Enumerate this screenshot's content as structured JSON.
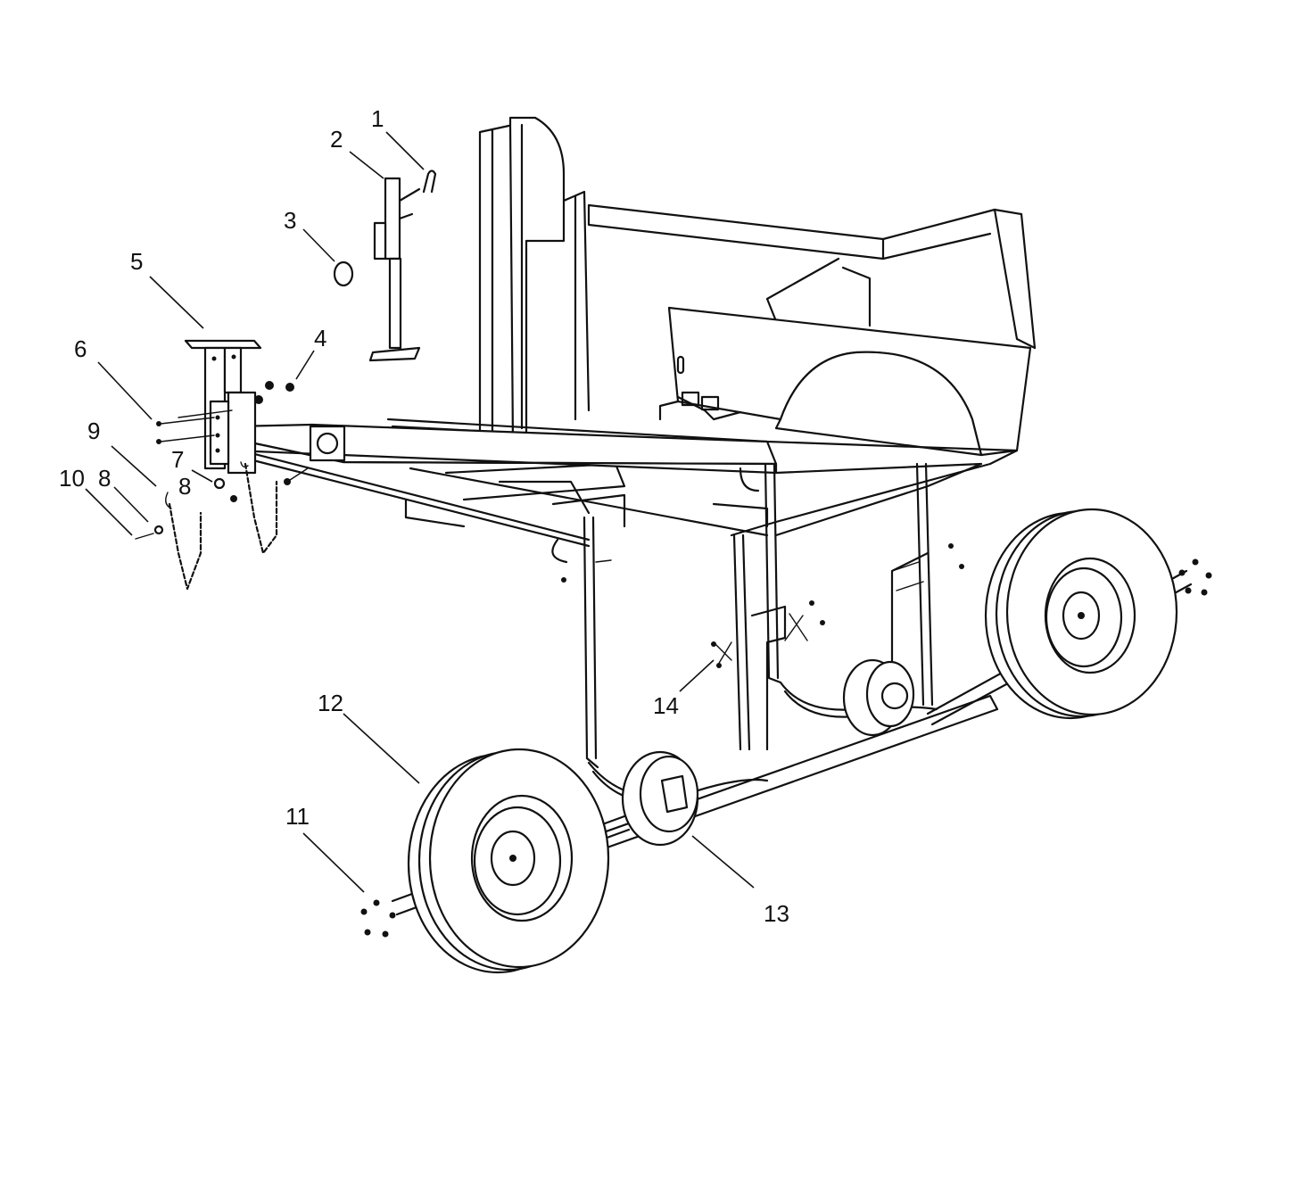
{
  "callouts": [
    {
      "id": "1",
      "label": "1"
    },
    {
      "id": "2",
      "label": "2"
    },
    {
      "id": "3",
      "label": "3"
    },
    {
      "id": "4",
      "label": "4"
    },
    {
      "id": "5",
      "label": "5"
    },
    {
      "id": "6",
      "label": "6"
    },
    {
      "id": "7",
      "label": "7"
    },
    {
      "id": "8a",
      "label": "8"
    },
    {
      "id": "8b",
      "label": "8"
    },
    {
      "id": "9",
      "label": "9"
    },
    {
      "id": "10",
      "label": "10"
    },
    {
      "id": "11",
      "label": "11"
    },
    {
      "id": "12",
      "label": "12"
    },
    {
      "id": "13",
      "label": "13"
    },
    {
      "id": "14",
      "label": "14"
    }
  ],
  "colors": {
    "line": "#111111",
    "background": "#ffffff"
  }
}
